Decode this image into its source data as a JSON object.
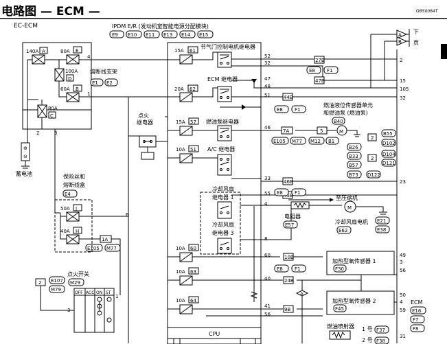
{
  "header": {
    "title": "电路图 — ECM —",
    "diagram_id": "GBS0064T"
  },
  "labels": {
    "ec_ecm": "EC-ECM",
    "ipdm": "IPDM E/R (发动机室智能电源分配模块)",
    "ipdm_connectors": [
      "E9",
      "E10",
      "E11",
      "E13",
      "E14",
      "E15"
    ],
    "fuse_block_support": "熔断线支架",
    "fuse_block_support_connectors": [
      "E1",
      "E2"
    ],
    "battery": "蓄电池",
    "fuse_box": "保险丝和",
    "fuse_box_2": "熔断线盒",
    "fuse_box_connector": "E4",
    "ignition_relay_1": "点火",
    "ignition_relay_2": "继电器",
    "throttle_relay": "节气门控制电机继电器",
    "ecm_relay": "ECM 继电器",
    "fuel_pump_relay": "燃油泵继电器",
    "ac_relay": "A/C 继电器",
    "cooling_relay_1a": "冷却风扇",
    "cooling_relay_1b": "继电器 1",
    "cooling_relay_3a": "冷却风扇",
    "cooling_relay_3b": "继电器 3",
    "fuel_level_sensor_1": "燃油液位传感器单元",
    "fuel_level_sensor_2": "和燃油泵 (燃油泵)",
    "fuel_level_sensor_connector": "B40",
    "to_compressor": "至压缩机",
    "resistor": "电阻器",
    "resistor_connector": "E57",
    "cooling_motor": "冷却风扇电机",
    "cooling_motor_connector": "E62",
    "ground_connectors": [
      "E21",
      "E38"
    ],
    "o2_sensor_1": "加热型氧传感器 1",
    "o2_sensor_1_connector": "F30",
    "o2_sensor_2": "加热型氧传感器 2",
    "o2_sensor_2_connector": "F45",
    "injector": "燃油喷射器",
    "injector_1": "1 号",
    "injector_1_connector": "F37",
    "injector_2": "2 号",
    "injector_2_connector": "F38",
    "ignition_switch": "点火开关",
    "ignition_switch_connector": "M29",
    "switch_positions": [
      "OFF",
      "ACC",
      "ON",
      "ST"
    ],
    "cpu": "CPU",
    "ecm": "ECM",
    "ecm_connectors": [
      "E16",
      "F7",
      "F8"
    ],
    "next_page": "下",
    "next_page_2": "页",
    "ref_a": "A",
    "ref_b": "B",
    "misc_connectors": [
      "E8",
      "F1",
      "E105",
      "M77",
      "M12",
      "B1",
      "E107",
      "M79",
      "B55",
      "D102",
      "D104",
      "D121",
      "B26",
      "B33",
      "B57",
      "B73",
      "D122"
    ],
    "fuse_values": [
      "140A",
      "80A",
      "100A",
      "60A",
      "80A",
      "50A",
      "40A",
      "15A",
      "20A",
      "15A",
      "10A",
      "10A",
      "10A",
      "10A"
    ],
    "fuse_ids": [
      "A",
      "E",
      "D",
      "B",
      "C",
      "J",
      "H",
      "61",
      "62",
      "57",
      "51",
      "60",
      "63",
      "64"
    ],
    "connector_tags": [
      "27B",
      "47B",
      "44B",
      "7A",
      "5",
      "46B",
      "45B",
      "1A",
      "10B",
      "24B",
      "9B",
      "2"
    ],
    "terminals_right": [
      "2",
      "15",
      "105",
      "32",
      "23",
      "49",
      "3",
      "56",
      "50",
      "4",
      "59",
      "31"
    ],
    "terminals_ipdm": [
      "52",
      "32",
      "47",
      "48",
      "51",
      "46",
      "33",
      "55",
      "4",
      "6",
      "8",
      "60",
      "40",
      "41",
      "56"
    ],
    "terminals_left": [
      "4",
      "1",
      "2",
      "3",
      "1",
      "6",
      "3",
      "1"
    ]
  }
}
